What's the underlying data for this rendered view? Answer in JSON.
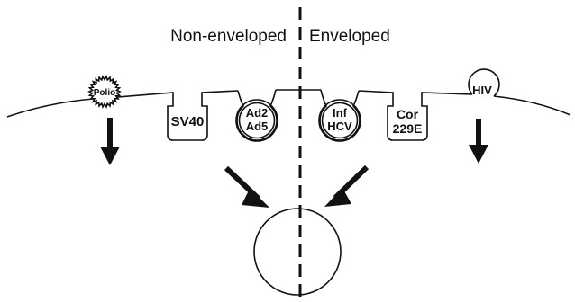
{
  "headers": {
    "left": "Non-enveloped",
    "right": "Enveloped"
  },
  "viruses": {
    "polio": "Polio",
    "sv40": "SV40",
    "ad_line1": "Ad2",
    "ad_line2": "Ad5",
    "inf_line1": "Inf",
    "inf_line2": "HCV",
    "cor_line1": "Cor",
    "cor_line2": "229E",
    "hiv": "HIV"
  }
}
